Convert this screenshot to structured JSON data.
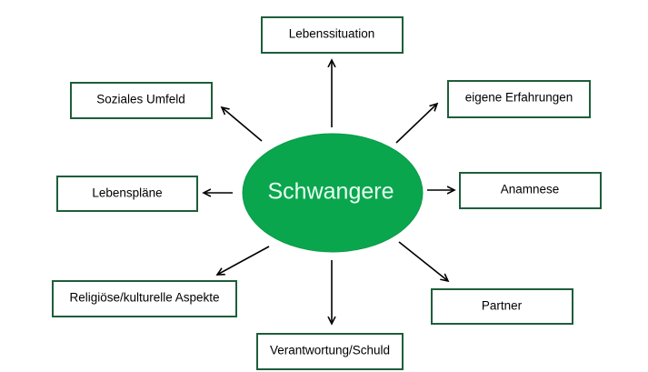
{
  "center": {
    "label": "Schwangere",
    "color": "#0aa64e"
  },
  "border_color": "#1e5e3a",
  "nodes": [
    {
      "label": "Lebenssituation"
    },
    {
      "label": "Soziales Umfeld"
    },
    {
      "label": "eigene Erfahrungen"
    },
    {
      "label": "Lebenspläne"
    },
    {
      "label": "Anamnese"
    },
    {
      "label": "Religiöse/kulturelle Aspekte"
    },
    {
      "label": "Partner"
    },
    {
      "label": "Verantwortung/Schuld"
    }
  ]
}
